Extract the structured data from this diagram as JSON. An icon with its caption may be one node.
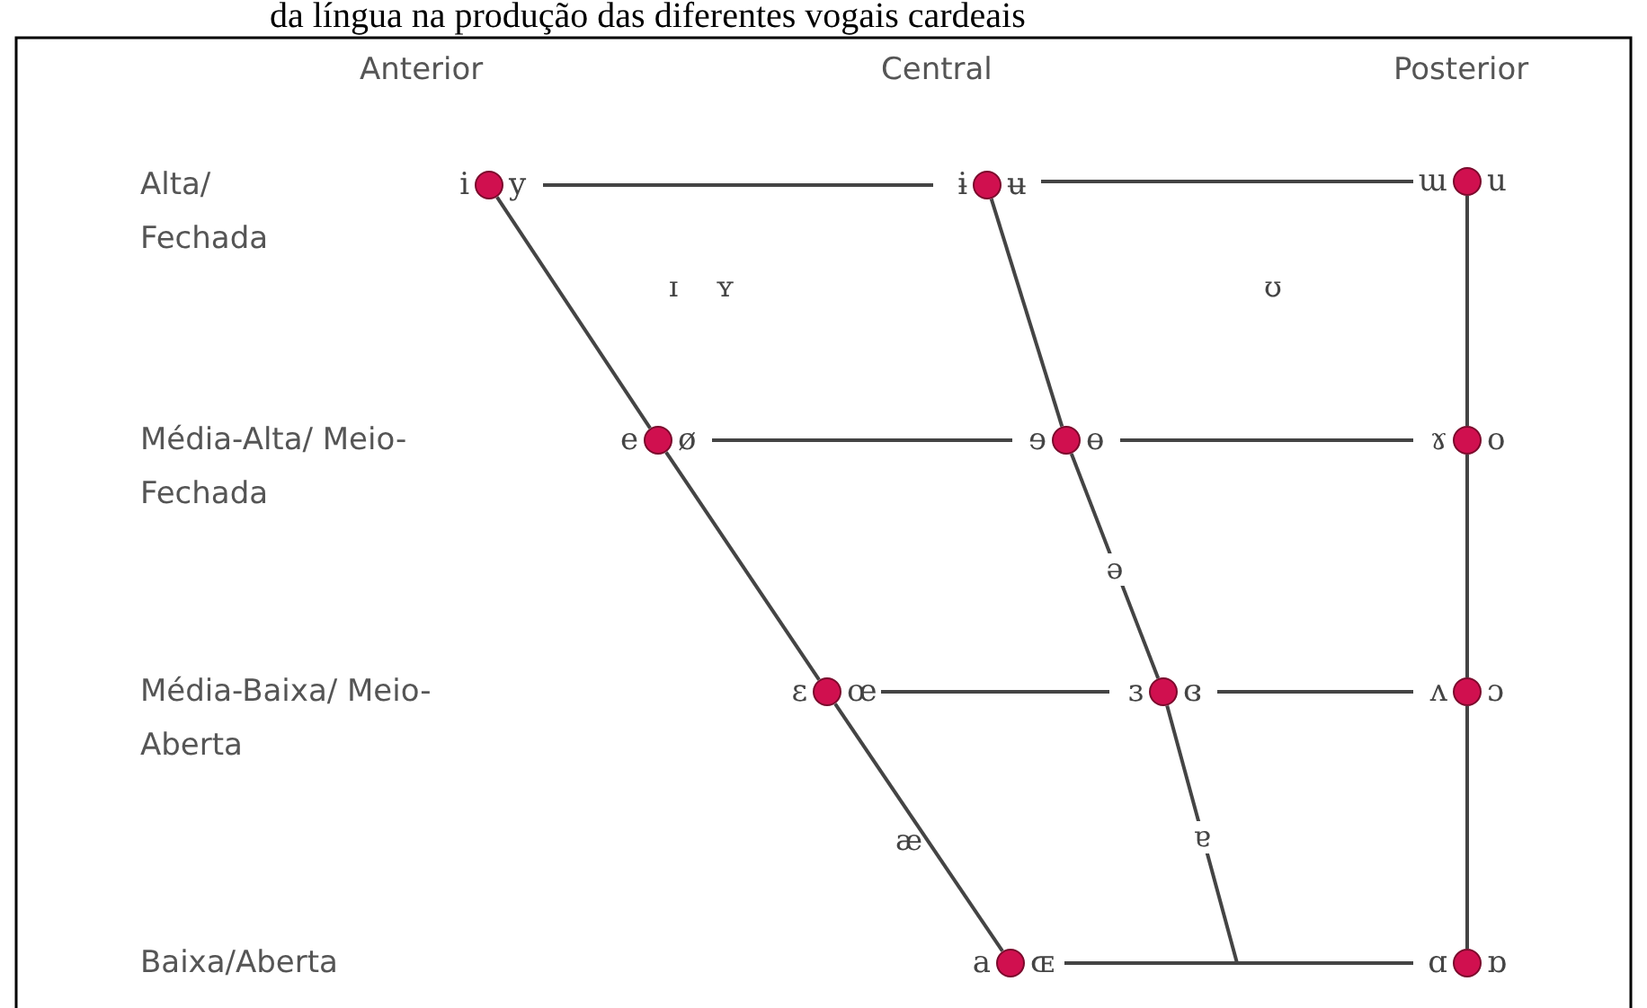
{
  "diagram": {
    "caption": "da língua na produção das diferentes vogais cardeais",
    "nodes": [
      {
        "text": [],
        "shape": "circle",
        "beside": [
          "i",
          "y"
        ]
      },
      {
        "text": [],
        "shape": "circle",
        "beside": [
          "ɨ",
          "ʉ"
        ]
      },
      {
        "text": [],
        "shape": "circle",
        "beside": [
          "ɯ",
          "u"
        ]
      },
      {
        "text": [],
        "shape": "circle",
        "beside": [
          "e",
          "ø"
        ]
      },
      {
        "text": [],
        "shape": "circle",
        "beside": [
          "ɘ",
          "ɵ"
        ]
      },
      {
        "text": [],
        "shape": "circle",
        "beside": [
          "ɤ",
          "o"
        ]
      },
      {
        "text": [],
        "shape": "circle",
        "beside": [
          "ɛ",
          "œ"
        ]
      },
      {
        "text": [],
        "shape": "circle",
        "beside": [
          "ɜ",
          "ɞ"
        ]
      },
      {
        "text": [],
        "shape": "circle",
        "beside": [
          "ʌ",
          "ɔ"
        ]
      },
      {
        "text": [],
        "shape": "circle",
        "beside": [
          "a",
          "ɶ"
        ]
      },
      {
        "text": [],
        "shape": "circle",
        "beside": [
          "ɑ",
          "ɒ"
        ]
      }
    ],
    "edges": [
      {
        "from": 0,
        "to": 1,
        "arrow": "none"
      },
      {
        "from": 1,
        "to": 2,
        "arrow": "none"
      },
      {
        "from": 3,
        "to": 4,
        "arrow": "none"
      },
      {
        "from": 4,
        "to": 5,
        "arrow": "none"
      },
      {
        "from": 6,
        "to": 7,
        "arrow": "none"
      },
      {
        "from": 7,
        "to": 8,
        "arrow": "none"
      },
      {
        "from": 9,
        "to": 10,
        "arrow": "none"
      },
      {
        "from": 0,
        "to": 3,
        "arrow": "none"
      },
      {
        "from": 3,
        "to": 6,
        "arrow": "none"
      },
      {
        "from": 6,
        "to": 9,
        "arrow": "none"
      },
      {
        "from": 1,
        "to": 4,
        "arrow": "none"
      },
      {
        "from": 4,
        "to": 7,
        "arrow": "none",
        "label": "ə"
      },
      {
        "from": 7,
        "to": null,
        "arrow": "none",
        "label": "ɐ"
      },
      {
        "from": 2,
        "to": 5,
        "arrow": "none"
      },
      {
        "from": 5,
        "to": 8,
        "arrow": "none"
      },
      {
        "from": 8,
        "to": 10,
        "arrow": "none"
      }
    ],
    "labels": [
      "Anterior",
      "Central",
      "Posterior",
      "Alta/ Fechada",
      "ɪ",
      "ʏ",
      "ʊ",
      "Média-Alta/ Meio-Fechada",
      "Média-Baixa/ Meio-Aberta",
      "æ",
      "Baixa/Aberta"
    ]
  }
}
